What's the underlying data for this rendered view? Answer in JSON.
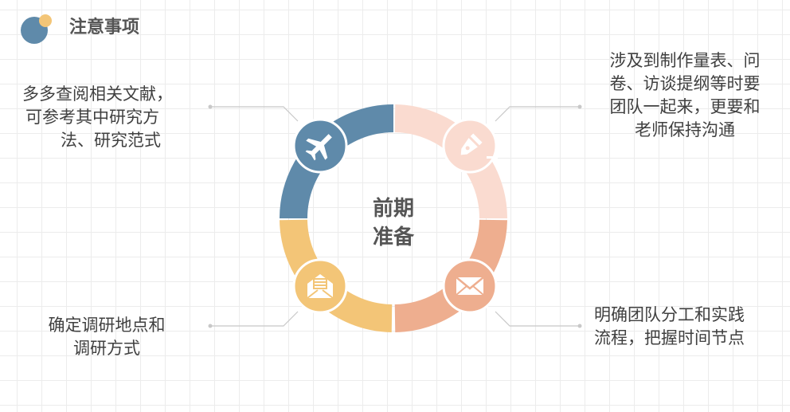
{
  "header": {
    "title": "注意事项"
  },
  "center": {
    "line1": "前期",
    "line2": "准备"
  },
  "notes": [
    {
      "lines": [
        "多多查阅相关文献，",
        "可参考其中研究方",
        "法、研究范式"
      ],
      "icon": "airplane-icon",
      "color": "#5f8aaa"
    },
    {
      "lines": [
        "涉及到制作量表、问",
        "卷、访谈提纲等时要",
        "团队一起来，更要和",
        "老师保持沟通"
      ],
      "icon": "fountain-pen-icon",
      "color": "#fadbd0"
    },
    {
      "lines": [
        "明确团队分工和实践",
        "流程，把握时间节点"
      ],
      "icon": "envelope-icon",
      "color": "#eeae8f"
    },
    {
      "lines": [
        "确定调研地点和",
        "调研方式"
      ],
      "icon": "open-envelope-icon",
      "color": "#f3c577"
    }
  ]
}
